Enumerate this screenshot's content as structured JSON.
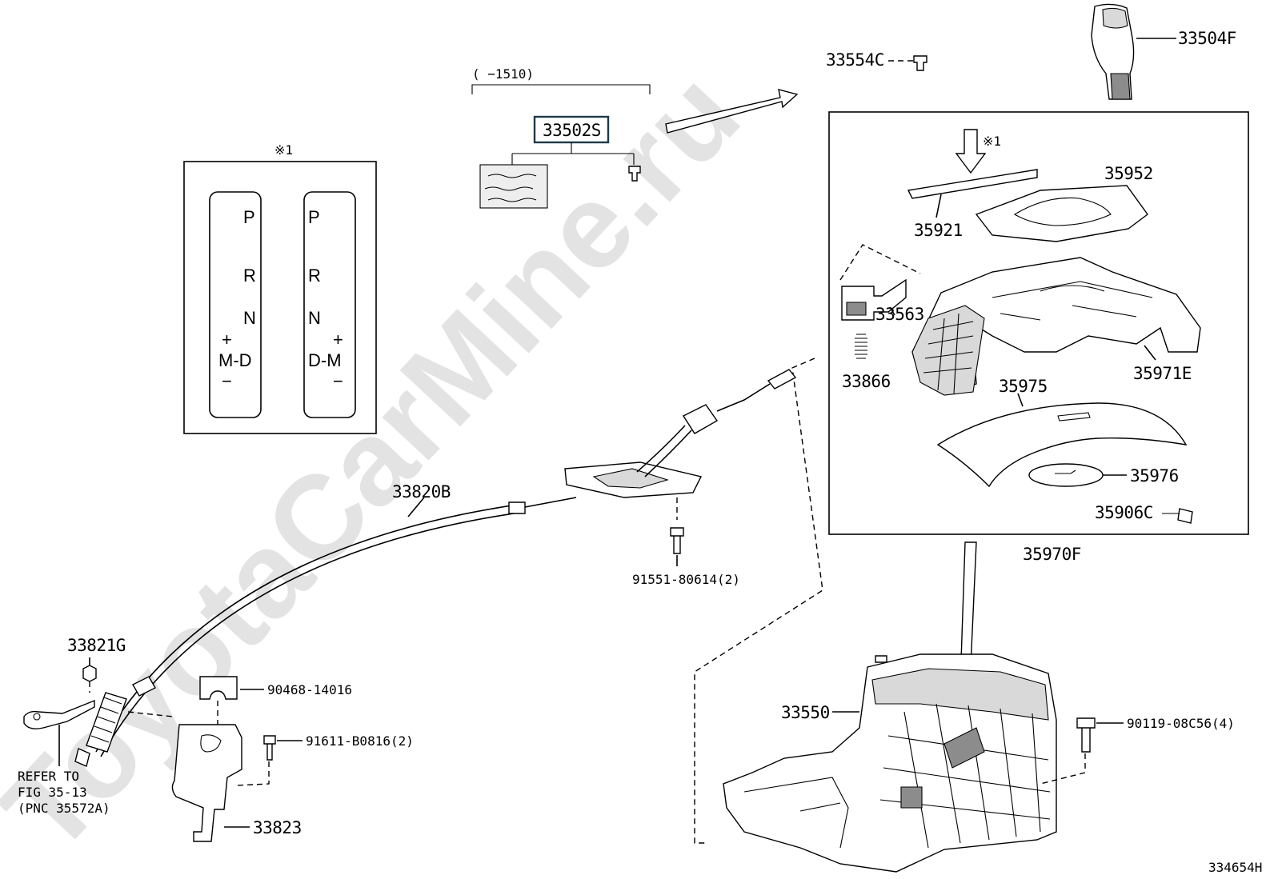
{
  "watermark": "ToyotaCarMine.ru",
  "figure_id": "334654H",
  "footnote_mark": "※1",
  "inset_box": {
    "label": "※1",
    "left_gate": {
      "p": "P",
      "r": "R",
      "n": "N",
      "plus": "+",
      "md": "M-D",
      "minus": "−"
    },
    "right_gate": {
      "p": "P",
      "r": "R",
      "n": "N",
      "plus": "+",
      "dm": "D-M",
      "minus": "−"
    }
  },
  "date_range": "(       −1510)",
  "parts": {
    "p33502s": "33502S",
    "p33554c": "33554C",
    "p33504f": "33504F",
    "p35952": "35952",
    "p35921": "35921",
    "p33563": "33563",
    "p33866": "33866",
    "p35971e": "35971E",
    "p35975": "35975",
    "p35976": "35976",
    "p35906c": "35906C",
    "p35970f": "35970F",
    "p33820b": "33820B",
    "p91551": "91551-80614(2)",
    "p33821g": "33821G",
    "p90468": "90468-14016",
    "p91611": "91611-B0816(2)",
    "p33823": "33823",
    "p33550": "33550",
    "p90119": "90119-08C56(4)"
  },
  "refer_note": {
    "line1": "REFER TO",
    "line2": "FIG 35-13",
    "line3": "(PNC 35572A)"
  }
}
